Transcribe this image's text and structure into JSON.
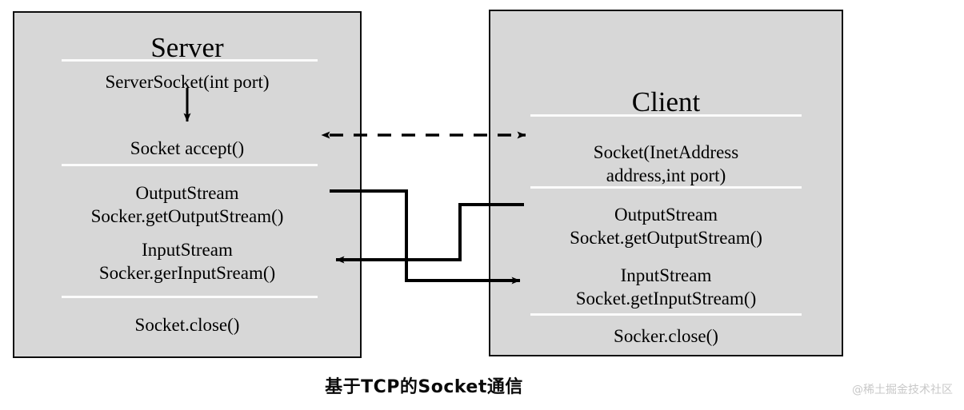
{
  "diagram": {
    "caption": "基于TCP的Socket通信",
    "watermark": "@稀土掘金技术社区",
    "colors": {
      "box_fill": "#d7d7d7",
      "box_border": "#0d0d0d",
      "separator": "#fbfbfb",
      "connector": "#000000",
      "watermark_text": "#c8c8c8",
      "page_background": "#ffffff"
    },
    "server": {
      "title": "Server",
      "constructor": "ServerSocket(int port)",
      "accept": "Socket accept()",
      "output_stream_label": "OutputStream",
      "output_stream_call": "Socker.getOutputStream()",
      "input_stream_label": "InputStream",
      "input_stream_call": "Socker.gerInputSream()",
      "close": "Socket.close()"
    },
    "client": {
      "title": "Client",
      "constructor_line1": "Socket(InetAddress",
      "constructor_line2": "address,int port)",
      "output_stream_label": "OutputStream",
      "output_stream_call": "Socket.getOutputStream()",
      "input_stream_label": "InputStream",
      "input_stream_call": "Socket.getInputStream()",
      "close": "Socker.close()"
    },
    "connectors": [
      {
        "name": "handshake-dashed-bidirectional",
        "style": "dashed",
        "arrows": "both",
        "from": "Socket accept()",
        "to": "Socket(InetAddress address,int port)"
      },
      {
        "name": "server-output-to-client-input",
        "style": "solid",
        "arrows": "end",
        "from": "Server OutputStream",
        "to": "Client InputStream"
      },
      {
        "name": "client-output-to-server-input",
        "style": "solid",
        "arrows": "end",
        "from": "Client OutputStream",
        "to": "Server InputStream"
      },
      {
        "name": "server-constructor-to-accept",
        "style": "solid",
        "arrows": "end",
        "from": "ServerSocket(int port)",
        "to": "Socket accept()"
      }
    ]
  }
}
